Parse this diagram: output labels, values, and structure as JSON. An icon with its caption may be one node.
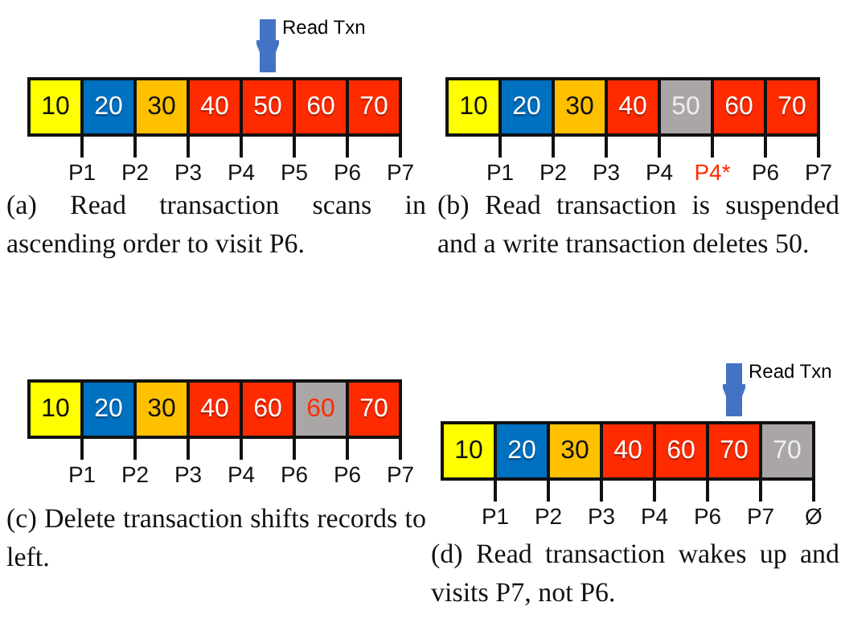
{
  "diagram": {
    "nodes": [
      {
        "text": [
          "10"
        ],
        "beside": [
          "P1"
        ]
      },
      {
        "text": [
          "20"
        ],
        "beside": [
          "P2"
        ]
      },
      {
        "text": [
          "30"
        ],
        "beside": [
          "P3"
        ]
      },
      {
        "text": [
          "40"
        ],
        "beside": [
          "P4"
        ]
      },
      {
        "text": [
          "50"
        ],
        "beside": [
          "P5"
        ]
      },
      {
        "text": [
          "60"
        ],
        "beside": [
          "P6"
        ]
      },
      {
        "text": [
          "70"
        ],
        "beside": [
          "P7"
        ]
      },
      {
        "text": [
          "10"
        ],
        "beside": [
          "P1"
        ]
      },
      {
        "text": [
          "20"
        ],
        "beside": [
          "P2"
        ]
      },
      {
        "text": [
          "30"
        ],
        "beside": [
          "P3"
        ]
      },
      {
        "text": [
          "40"
        ],
        "beside": [
          "P4"
        ]
      },
      {
        "text": [
          "50"
        ],
        "beside": [
          "P4*"
        ]
      },
      {
        "text": [
          "60"
        ],
        "beside": [
          "P6"
        ]
      },
      {
        "text": [
          "70"
        ],
        "beside": [
          "P7"
        ]
      },
      {
        "text": [
          "10"
        ],
        "beside": [
          "P1"
        ]
      },
      {
        "text": [
          "20"
        ],
        "beside": [
          "P2"
        ]
      },
      {
        "text": [
          "30"
        ],
        "beside": [
          "P3"
        ]
      },
      {
        "text": [
          "40"
        ],
        "beside": [
          "P4"
        ]
      },
      {
        "text": [
          "60"
        ],
        "beside": [
          "P6"
        ]
      },
      {
        "text": [
          "60"
        ],
        "beside": [
          "P6"
        ]
      },
      {
        "text": [
          "70"
        ],
        "beside": [
          "P7"
        ]
      },
      {
        "text": [
          "10"
        ],
        "beside": [
          "P1"
        ]
      },
      {
        "text": [
          "20"
        ],
        "beside": [
          "P2"
        ]
      },
      {
        "text": [
          "30"
        ],
        "beside": [
          "P3"
        ]
      },
      {
        "text": [
          "40"
        ],
        "beside": [
          "P4"
        ]
      },
      {
        "text": [
          "60"
        ],
        "beside": [
          "P6"
        ]
      },
      {
        "text": [
          "70"
        ],
        "beside": [
          "P7"
        ]
      },
      {
        "text": [
          "70"
        ],
        "beside": [
          "Ø"
        ]
      }
    ],
    "edges": [
      {
        "from": null,
        "to": 4,
        "arrow": "to",
        "label": "Read Txn"
      },
      {
        "from": null,
        "to": 26,
        "arrow": "to",
        "label": "Read Txn"
      }
    ],
    "labels": [
      "(a) Read transaction scans in ascending order to visit P6.",
      "(b) Read transaction is suspended and a write transaction deletes 50.",
      "(c) Delete transaction shifts records to left.",
      "(d) Read transaction wakes up and visits P7, not P6."
    ]
  }
}
